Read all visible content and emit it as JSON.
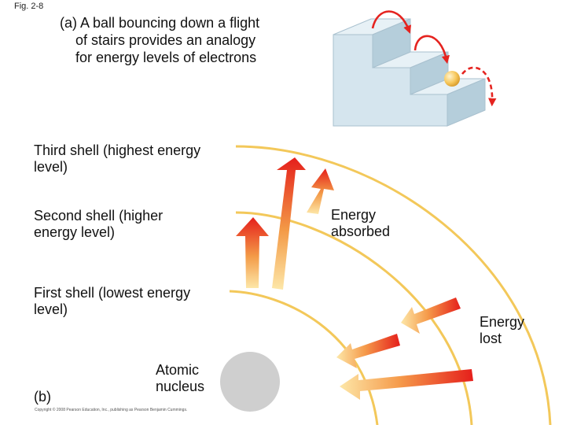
{
  "figure": {
    "label": "Fig. 2-8",
    "caption": "(a) A ball bouncing down a flight\n    of stairs provides an analogy\n    for energy levels of electrons"
  },
  "shells": {
    "third": "Third shell (highest energy\nlevel)",
    "second": "Second shell (higher\nenergy level)",
    "first": "First shell (lowest energy\nlevel)"
  },
  "labels": {
    "energy_absorbed": "Energy\nabsorbed",
    "energy_lost": "Energy\nlost",
    "atomic_nucleus": "Atomic\nnucleus",
    "panel_b": "(b)",
    "copyright": "Copyright © 2008 Pearson Education, Inc., publishing as Pearson Benjamin Cummings."
  },
  "colors": {
    "shell_line": "#f3c85a",
    "nucleus": "#cfcfcf",
    "arrow_hot": "#e5231f",
    "arrow_warm": "#f6a04b",
    "arrow_pale": "#fce3a0",
    "stairs_front": "#d5e5ee",
    "stairs_top": "#e7f1f6",
    "stairs_side": "#b5cedb",
    "ball": "#f7c85c"
  }
}
